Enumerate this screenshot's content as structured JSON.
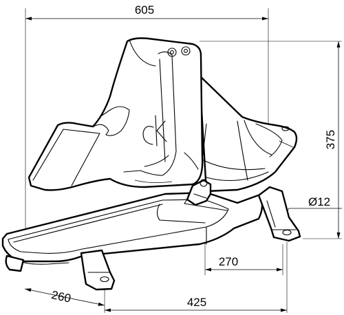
{
  "dimensions": {
    "top_width": "605",
    "right_height": "375",
    "diameter": "Ø12",
    "right_depth": "270",
    "left_width": "260",
    "bottom_width": "425"
  },
  "logo": "ck"
}
